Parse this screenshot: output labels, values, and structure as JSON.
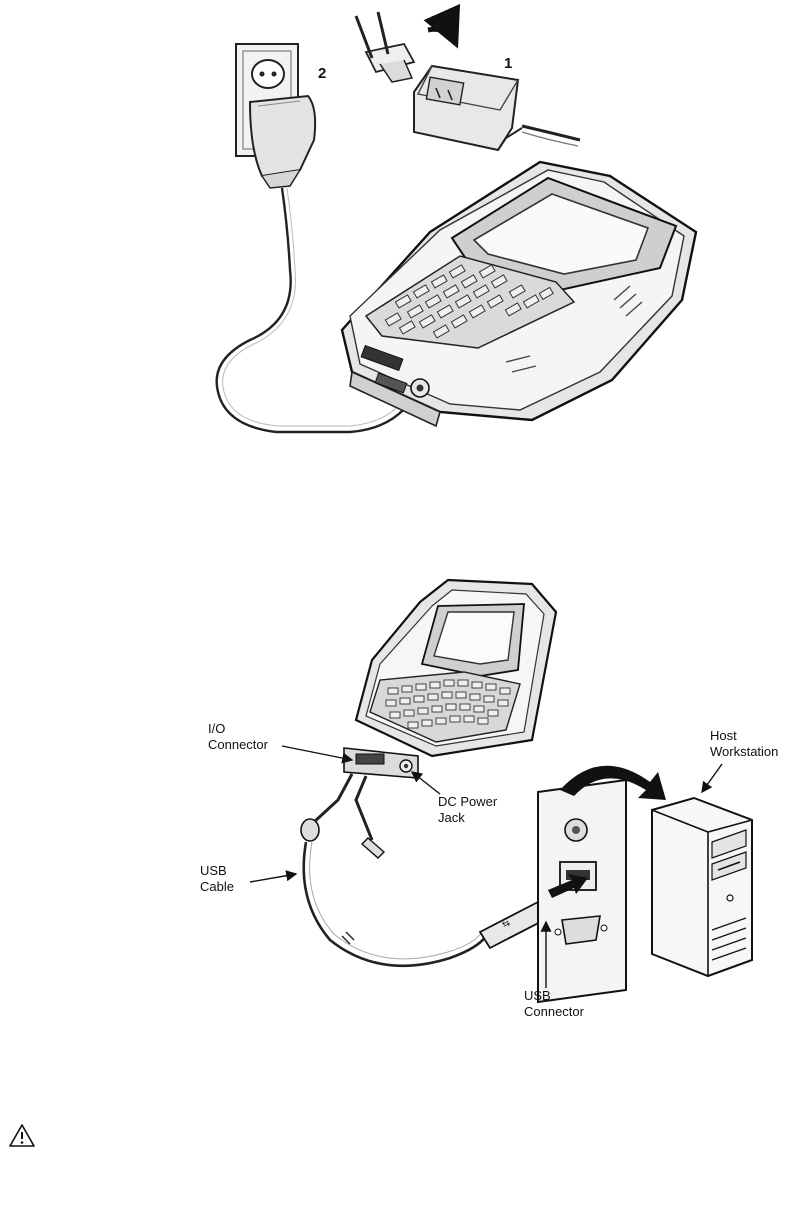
{
  "figure_top": {
    "step_labels": [
      "1",
      "2"
    ]
  },
  "figure_bottom": {
    "labels": {
      "io_connector": [
        "I/O",
        "Connector"
      ],
      "dc_power_jack": [
        "DC Power",
        "Jack"
      ],
      "usb_cable": [
        "USB",
        "Cable"
      ],
      "usb_connector": [
        "USB",
        "Connector"
      ],
      "host_workstation": [
        "Host",
        "Workstation"
      ]
    }
  },
  "footer": {
    "icon": "warning-triangle-icon"
  }
}
